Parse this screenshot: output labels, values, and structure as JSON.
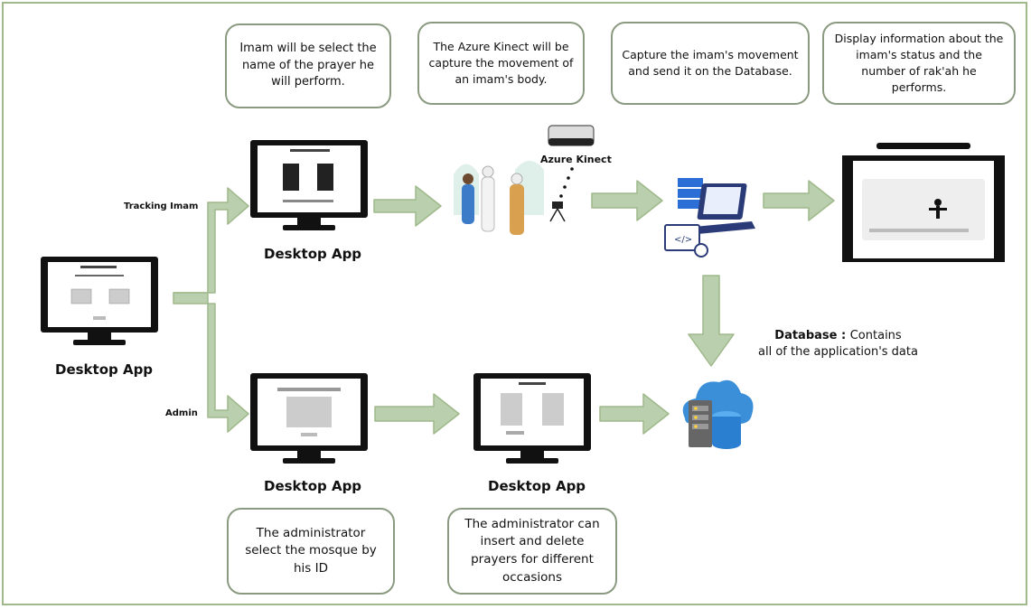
{
  "notes": {
    "imam_select": "Imam will be select the name of the prayer he will perform.",
    "azure_capture": "The Azure Kinect will be capture the movement of an imam's body.",
    "capture_send": "Capture the imam's movement and send it on the Database.",
    "display_info": "Display information about the imam's status and the number of rak'ah he performs.",
    "admin_select": "The administrator select the mosque by his ID",
    "admin_insert": "The administrator can insert and delete prayers for different occasions"
  },
  "labels": {
    "desktop_app_main": "Desktop App",
    "desktop_app_tracking": "Desktop App",
    "desktop_app_admin": "Desktop App",
    "desktop_app_admin2": "Desktop App",
    "tracking_imam": "Tracking Imam",
    "admin": "Admin",
    "azure_kinect": "Azure Kinect",
    "database_title": "Database",
    "database_sep": " : ",
    "database_desc1": "Contains",
    "database_desc2": "all of the application's data"
  },
  "colors": {
    "arrow": "#b9cfae",
    "arrow_stroke": "#9fb98a",
    "note_border": "#8a9a80",
    "frame": "#9fb98a"
  }
}
